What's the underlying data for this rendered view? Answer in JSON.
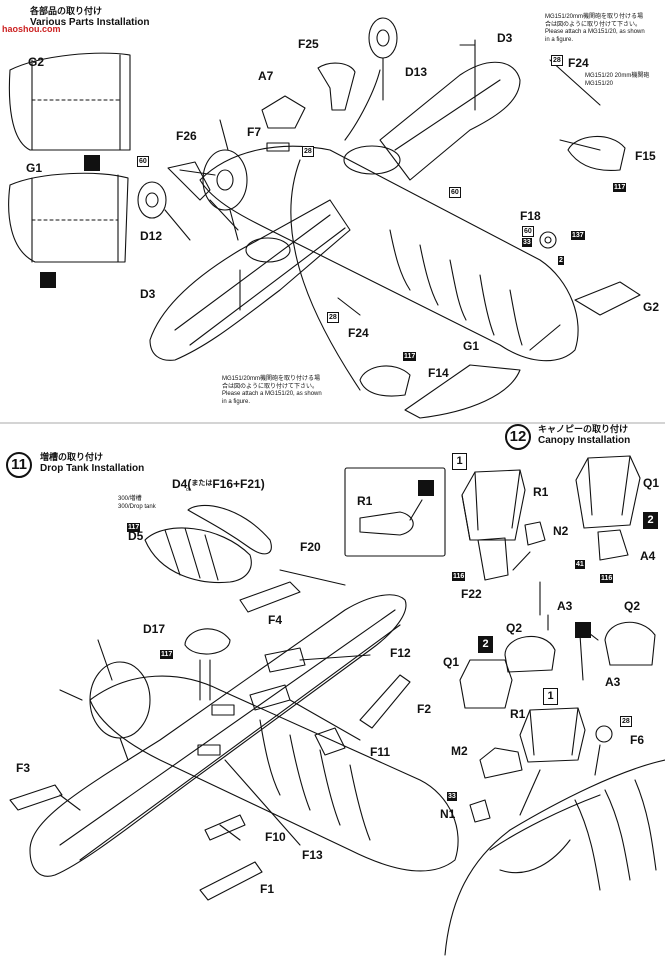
{
  "watermark": {
    "text": "haoshou.com"
  },
  "section_various": {
    "title_jp": "各部品の取り付け",
    "title_en": "Various Parts Installation"
  },
  "section_drop_tank": {
    "number": "11",
    "title_jp": "増槽の取り付け",
    "title_en": "Drop Tank Installation",
    "variant_d4": "D4(",
    "variant_or": "または",
    "variant_or_en": "or",
    "variant_parts": "F16+F21)",
    "legend_300": "300/増槽",
    "legend_300_en": "300/Drop tank"
  },
  "section_canopy": {
    "number": "12",
    "title_jp": "キャノピーの取り付け",
    "title_en": "Canopy Installation"
  },
  "notes": {
    "mg_top_jp": "MG151/20mm機関砲を取り付ける場",
    "mg_top_jp2": "合は図のように取り付けて下さい。",
    "mg_top_en": "Please attach a MG151/20, as shown",
    "mg_top_en2": "in a figure.",
    "mg_small1": "MG151/20 20mm機関砲",
    "mg_small2": "MG151/20",
    "mg_mid_jp": "MG151/20mm機関砲を取り付ける場",
    "mg_mid_jp2": "合は図のように取り付けて下さい。",
    "mg_mid_en": "Please attach a MG151/20, as shown",
    "mg_mid_en2": "in a figure."
  },
  "part_labels": {
    "G2": "G2",
    "G1": "G1",
    "A7": "A7",
    "F25": "F25",
    "D13": "D13",
    "D3": "D3",
    "F24": "F24",
    "F15": "F15",
    "F7": "F7",
    "F26": "F26",
    "D12": "D12",
    "F18": "F18",
    "G2b": "G2",
    "D3b": "D3",
    "F24b": "F24",
    "G1b": "G1",
    "F14": "F14",
    "R1": "R1",
    "Q1": "Q1",
    "N2": "N2",
    "A4": "A4",
    "F22": "F22",
    "A3": "A3",
    "Q2": "Q2",
    "Q2b": "Q2",
    "Q1b": "Q1",
    "A3b": "A3",
    "R1b": "R1",
    "F6": "F6",
    "M2": "M2",
    "N1": "N1",
    "D5": "D5",
    "F20": "F20",
    "F4": "F4",
    "D17": "D17",
    "F12": "F12",
    "F2": "F2",
    "F11": "F11",
    "F3": "F3",
    "F10": "F10",
    "F13": "F13",
    "F1": "F1",
    "R1inset": "R1"
  },
  "paint_codes": {
    "c60a": "60",
    "c28a": "28",
    "c60b": "60",
    "c28b": "28",
    "c117a": "117",
    "c60c": "60",
    "c33a": "33",
    "c137": "137",
    "c2a": "2",
    "c28c": "28",
    "c117b": "117",
    "c117c": "117",
    "c117d": "117",
    "c116a": "116",
    "c41": "41",
    "c116b": "116",
    "c28d": "28",
    "c33b": "33"
  },
  "step_markers": {
    "roman1a": "1",
    "roman2a": "2",
    "roman2b": "2",
    "roman1b": "1"
  }
}
